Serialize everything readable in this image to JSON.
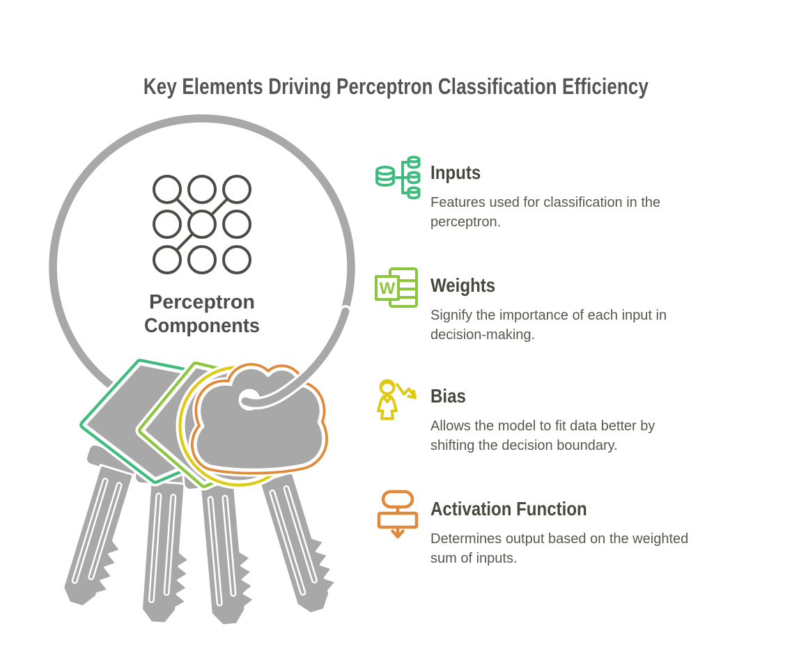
{
  "page": {
    "title": "Key Elements Driving Perceptron Classification Efficiency",
    "background": "#ffffff"
  },
  "keyring": {
    "label_line1": "Perceptron",
    "label_line2": "Components",
    "pattern_lock": "3x3-dot-pattern-lock-icon",
    "colors": {
      "ring_gray": "#a8a8a8",
      "key_gray": "#a8a8a8",
      "lock_dark": "#4b4b48",
      "key_green": "#3dbc7d",
      "key_lime": "#8cc63e",
      "key_yellow": "#dfca15",
      "key_orange": "#e08938"
    }
  },
  "items": [
    {
      "id": "inputs",
      "title": "Inputs",
      "description": "Features used for classification in the\nperceptron.",
      "icon": "database-branch-icon",
      "color": "#3dbc7d"
    },
    {
      "id": "weights",
      "title": "Weights",
      "description": "Signify the importance of each input in\ndecision-making.",
      "icon": "w-document-icon",
      "icon_letter": "W",
      "color": "#8cc63e"
    },
    {
      "id": "bias",
      "title": "Bias",
      "description": "Allows the model to fit data better by\nshifting the decision boundary.",
      "icon": "person-trend-arrow-icon",
      "color": "#dfca15"
    },
    {
      "id": "activation_function",
      "title": "Activation Function",
      "description": "Determines output based on the weighted\nsum of inputs.",
      "icon": "flowchart-arrow-icon",
      "color": "#e08938"
    }
  ]
}
